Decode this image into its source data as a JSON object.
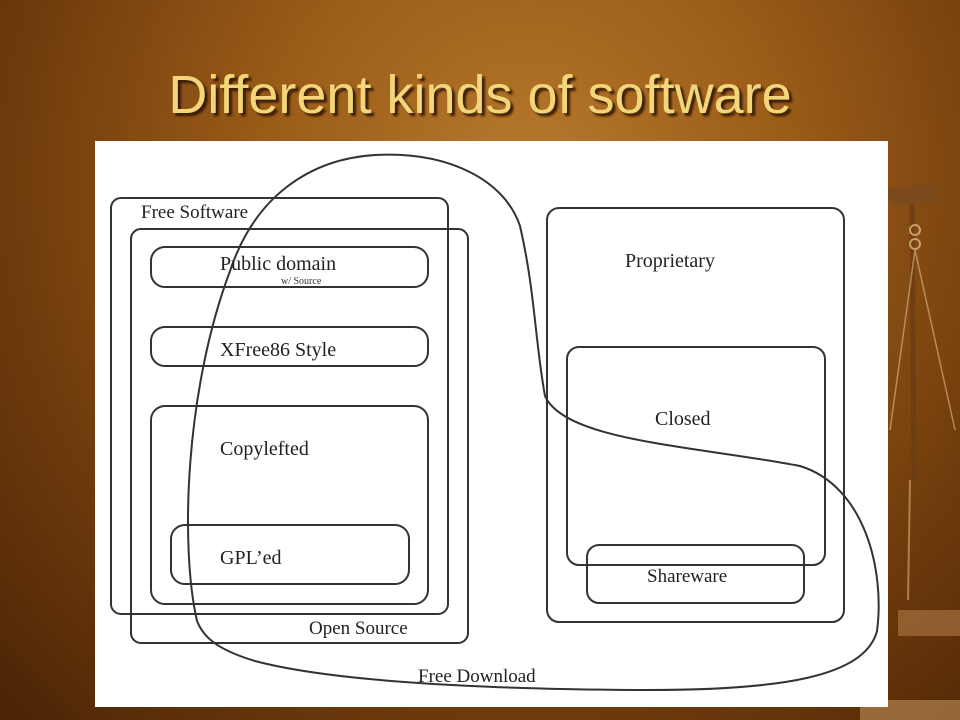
{
  "slide": {
    "title": "Different kinds of software"
  },
  "diagram": {
    "labels": {
      "free_software": "Free Software",
      "public_domain": "Public domain",
      "public_domain_note": "w/ Source",
      "xfree86_style": "XFree86 Style",
      "copylefted": "Copylefted",
      "gpled": "GPL’ed",
      "open_source": "Open Source",
      "free_download": "Free Download",
      "proprietary": "Proprietary",
      "closed": "Closed",
      "shareware": "Shareware"
    }
  },
  "colors": {
    "title": "#f3d67a",
    "background": "#8a4f14",
    "diagram_background": "#ffffff",
    "stroke": "#333333"
  }
}
